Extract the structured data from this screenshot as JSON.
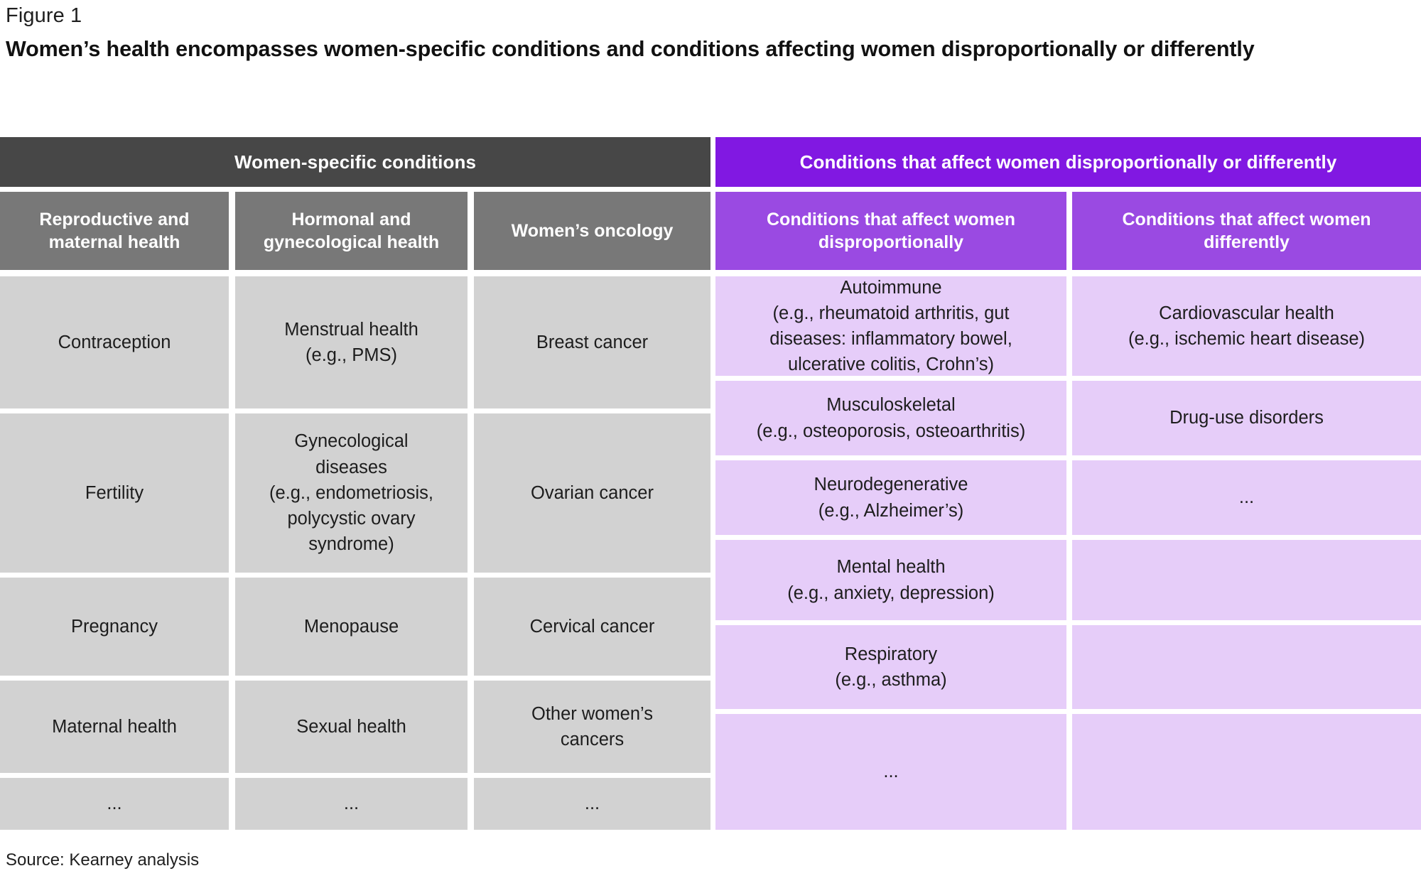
{
  "figure": {
    "label": "Figure 1",
    "title": "Women’s health encompasses women-specific conditions and conditions affecting women disproportionally or differently",
    "source": "Source: Kearney analysis"
  },
  "colors": {
    "group_gray": "#474747",
    "group_purple": "#8118E2",
    "sub_gray": "#787878",
    "sub_purple": "#9A4AE2",
    "body_gray": "#d2d2d2",
    "body_purple": "#e6cdf9",
    "page_background": "#ffffff",
    "body_text": "#1d1d1d",
    "header_text": "#ffffff"
  },
  "chart_data": {
    "type": "table",
    "title": "Women’s health encompasses women-specific conditions and conditions affecting women disproportionally or differently",
    "groups": [
      {
        "name": "Women-specific conditions",
        "columns": [
          {
            "header": "Reproductive and\nmaternal health",
            "items": [
              "Contraception",
              "Fertility",
              "Pregnancy",
              "Maternal health",
              "..."
            ]
          },
          {
            "header": "Hormonal and\ngynecological health",
            "items": [
              "Menstrual health\n(e.g., PMS)",
              "Gynecological\ndiseases\n(e.g., endometriosis,\npolycystic ovary\nsyndrome)",
              "Menopause",
              "Sexual health",
              "..."
            ]
          },
          {
            "header": "Women’s\noncology",
            "items": [
              "Breast cancer",
              "Ovarian cancer",
              "Cervical cancer",
              "Other women’s\ncancers",
              "..."
            ]
          }
        ]
      },
      {
        "name": "Conditions that affect women disproportionally or differently",
        "columns": [
          {
            "header": "Conditions that affect women\ndisproportionally",
            "items": [
              "Autoimmune\n(e.g., rheumatoid arthritis, gut\ndiseases: inflammatory bowel,\nulcerative colitis, Crohn’s)",
              "Musculoskeletal\n(e.g., osteoporosis, osteoarthritis)",
              "Neurodegenerative\n(e.g., Alzheimer’s)",
              "Mental health\n(e.g., anxiety, depression)",
              "Respiratory\n(e.g., asthma)",
              "..."
            ]
          },
          {
            "header": "Conditions that affect women\ndifferently",
            "items": [
              "Cardiovascular health\n(e.g., ischemic heart disease)",
              "Drug-use disorders",
              "...",
              "",
              "",
              ""
            ]
          }
        ]
      }
    ]
  }
}
